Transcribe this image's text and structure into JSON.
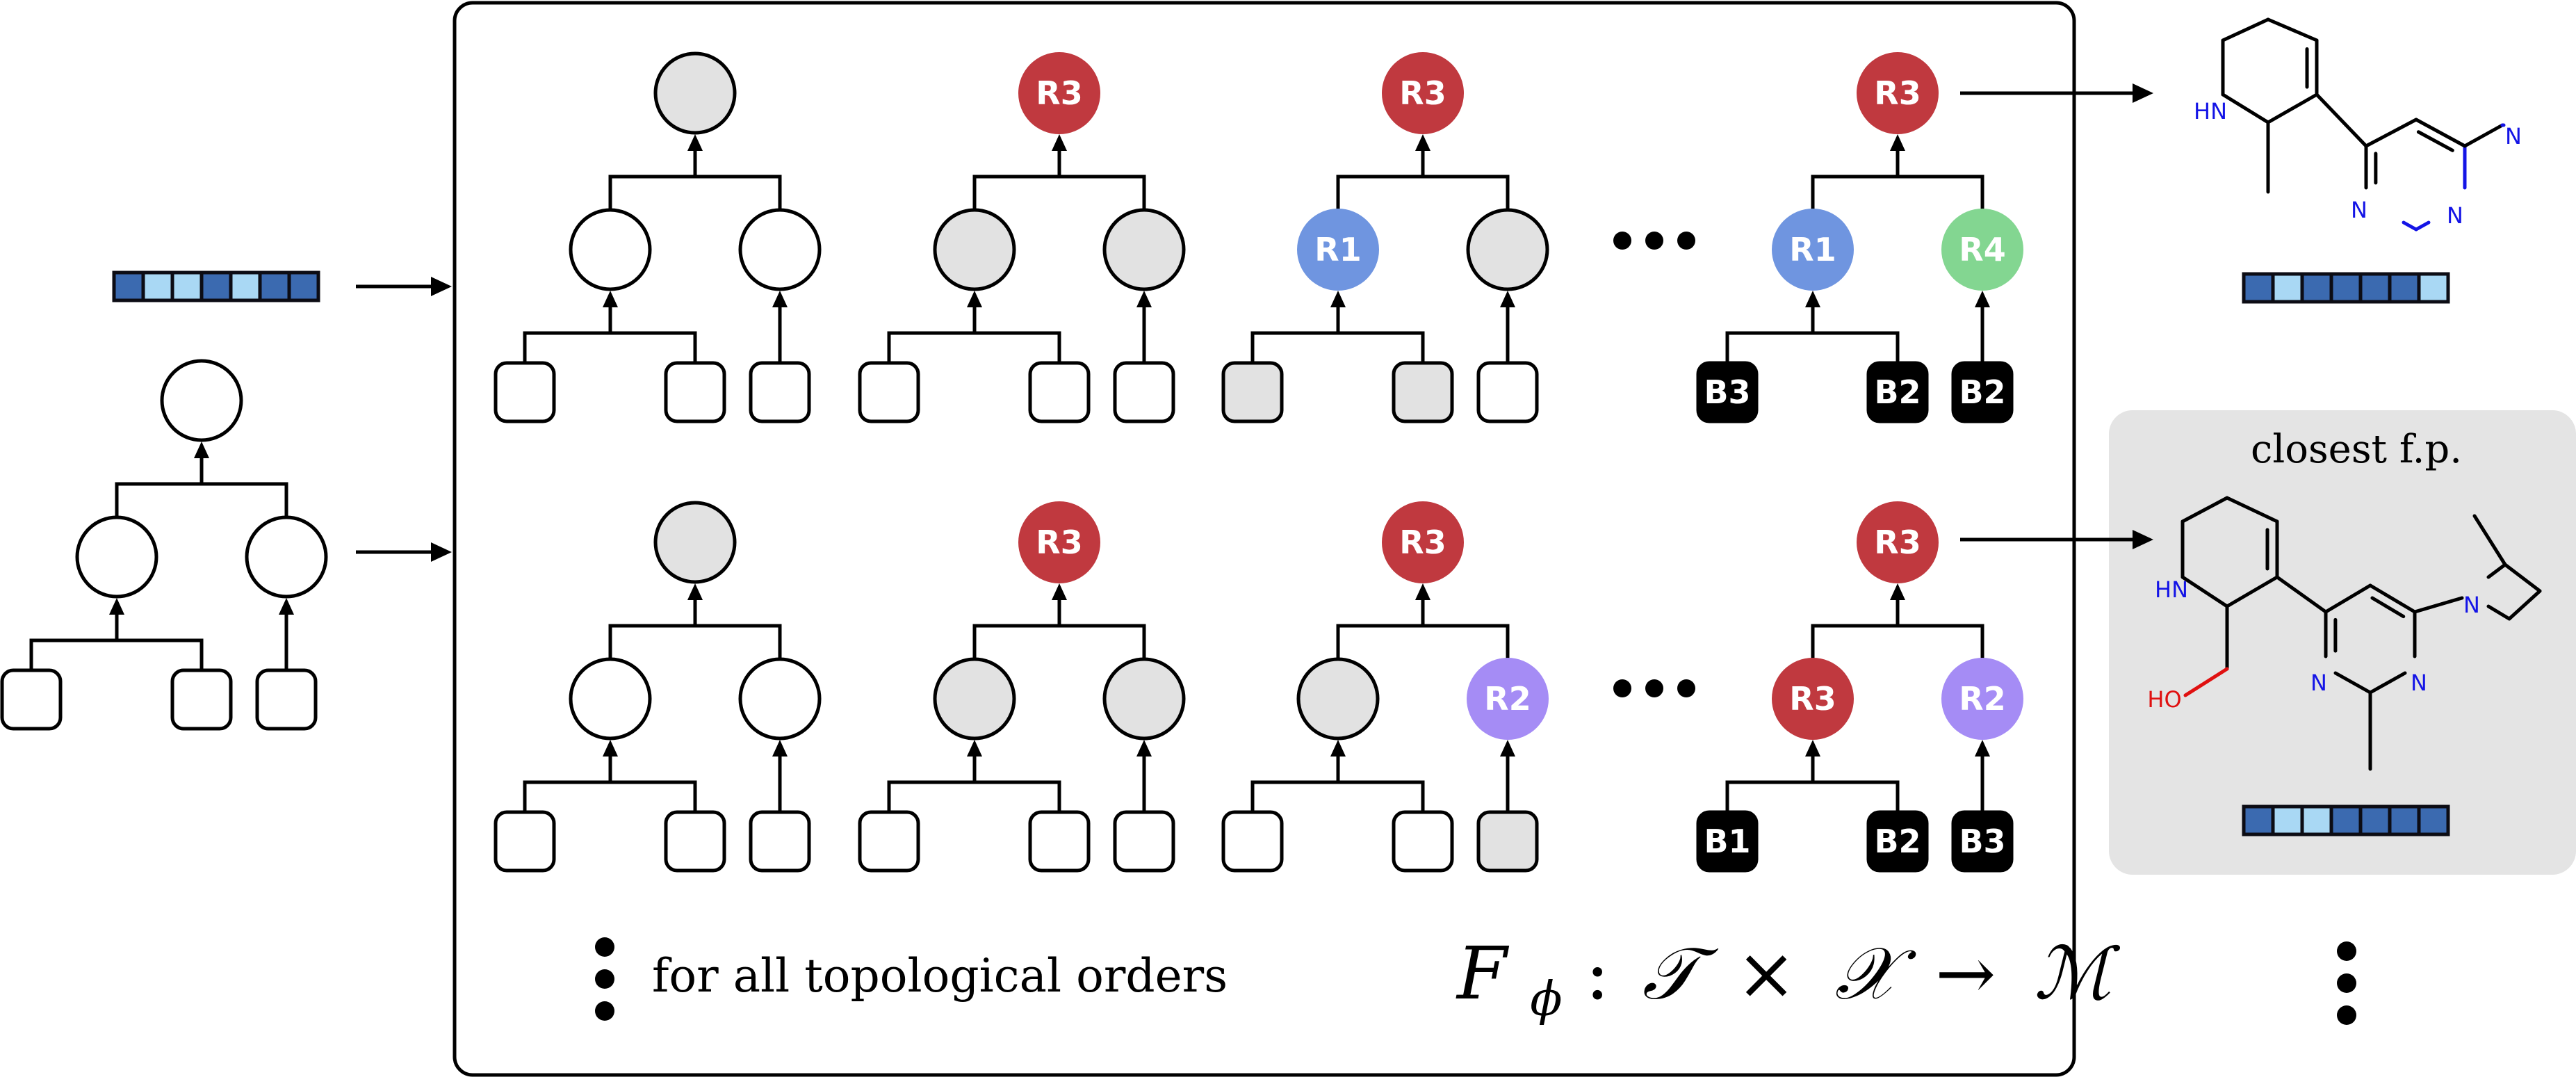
{
  "panel": {
    "caption": "for all topological orders",
    "formula": {
      "F": "F",
      "phi": "ϕ",
      "colon": ":",
      "T": "𝒯",
      "times": "×",
      "X": "𝒳",
      "arrow": "→",
      "M": "ℳ"
    }
  },
  "closest": {
    "title": "closest f.p."
  },
  "colors": {
    "R1": "#6f95e0",
    "R2": "#a58cf5",
    "R3": "#c0393f",
    "R4": "#83d691",
    "empty": "#ffffff",
    "gray": "#e2e2e2",
    "building_block": "#000000",
    "fingerprint_dark": "#3b6ab0",
    "fingerprint_light": "#a9d8f4",
    "closest_bg": "#e4e4e4",
    "nitrogen": "#1414e6",
    "oxygen": "#e01010"
  },
  "input_fingerprint": [
    "d",
    "l",
    "l",
    "d",
    "l",
    "d",
    "d"
  ],
  "output_fingerprint_1": [
    "d",
    "l",
    "d",
    "d",
    "d",
    "d",
    "l"
  ],
  "output_fingerprint_2": [
    "d",
    "l",
    "l",
    "d",
    "d",
    "d",
    "d"
  ],
  "rows": [
    {
      "states": [
        {
          "root": "gray",
          "left": "empty",
          "right": "empty",
          "b1": "empty",
          "b2": "empty",
          "b3": "empty"
        },
        {
          "root": "R3",
          "left": "gray",
          "right": "gray",
          "b1": "empty",
          "b2": "empty",
          "b3": "empty"
        },
        {
          "root": "R3",
          "left": "R1",
          "right": "gray",
          "b1": "gray",
          "b2": "gray",
          "b3": "empty"
        },
        {
          "root": "R3",
          "left": "R1",
          "right": "R4",
          "b1": "B3",
          "b2": "B2",
          "b3": "B2"
        }
      ]
    },
    {
      "states": [
        {
          "root": "gray",
          "left": "empty",
          "right": "empty",
          "b1": "empty",
          "b2": "empty",
          "b3": "empty"
        },
        {
          "root": "R3",
          "left": "gray",
          "right": "gray",
          "b1": "empty",
          "b2": "empty",
          "b3": "empty"
        },
        {
          "root": "R3",
          "left": "gray",
          "right": "R2",
          "b1": "empty",
          "b2": "empty",
          "b3": "gray"
        },
        {
          "root": "R3",
          "left": "R3",
          "right": "R2",
          "b1": "B1",
          "b2": "B2",
          "b3": "B3"
        }
      ]
    }
  ],
  "molecule_1": {
    "atoms": [
      "HN",
      "N",
      "N",
      "N"
    ]
  },
  "molecule_2": {
    "atoms": [
      "HN",
      "HO",
      "N",
      "N",
      "N"
    ]
  }
}
